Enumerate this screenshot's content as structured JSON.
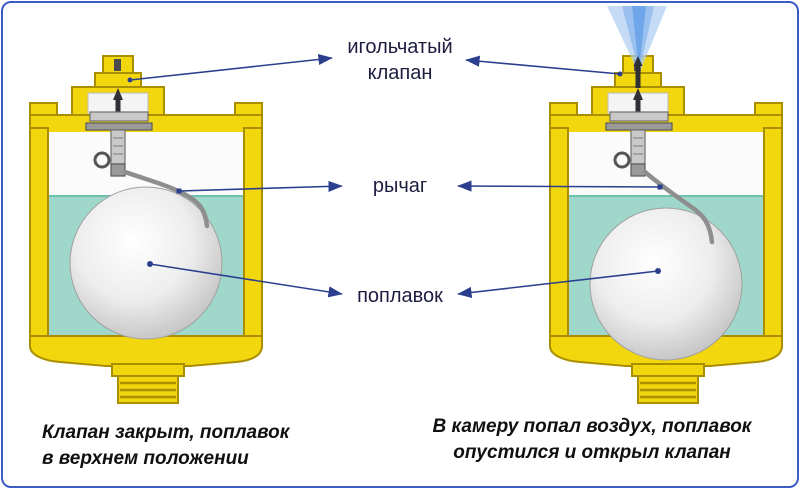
{
  "callouts": {
    "needle_valve_line1": "игольчатый",
    "needle_valve_line2": "клапан",
    "lever": "рычаг",
    "float": "поплавок"
  },
  "captions": {
    "left_line1": "Клапан закрыт, поплавок",
    "left_line2": "в верхнем положении",
    "right_line1": "В камеру попал воздух, поплавок",
    "right_line2": "опустился  и открыл клапан"
  },
  "icons": {
    "air_spray": "air-spray-jet",
    "float_marker": "float-center-dot",
    "arrowhead": "callout-arrowhead"
  },
  "colors": {
    "body_yellow": "#F2D60E",
    "body_outline": "#A98F00",
    "water_teal": "#9FD8CA",
    "float_gray": "#C4C4C4",
    "callout_blue": "#2B3F8E",
    "spray_blue": "#8FB9EE",
    "border_blue": "#3C5CC5",
    "label_dark": "#1D1D3F",
    "caption_black": "#101010"
  }
}
